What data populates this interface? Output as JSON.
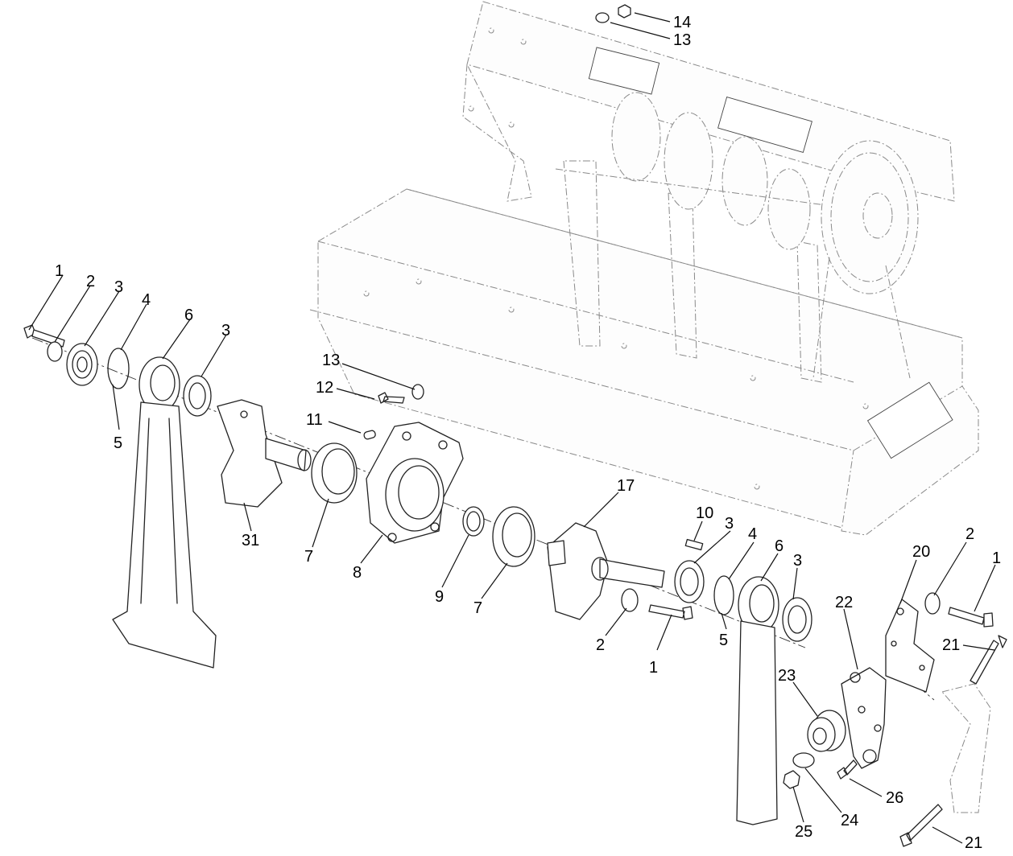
{
  "callouts": [
    {
      "id": "c-1a",
      "label": "1"
    },
    {
      "id": "c-2a",
      "label": "2"
    },
    {
      "id": "c-3a",
      "label": "3"
    },
    {
      "id": "c-4a",
      "label": "4"
    },
    {
      "id": "c-6a",
      "label": "6"
    },
    {
      "id": "c-3b",
      "label": "3"
    },
    {
      "id": "c-5a",
      "label": "5"
    },
    {
      "id": "c-13a",
      "label": "13"
    },
    {
      "id": "c-12",
      "label": "12"
    },
    {
      "id": "c-11",
      "label": "11"
    },
    {
      "id": "c-31",
      "label": "31"
    },
    {
      "id": "c-7a",
      "label": "7"
    },
    {
      "id": "c-8",
      "label": "8"
    },
    {
      "id": "c-9",
      "label": "9"
    },
    {
      "id": "c-7b",
      "label": "7"
    },
    {
      "id": "c-17",
      "label": "17"
    },
    {
      "id": "c-10",
      "label": "10"
    },
    {
      "id": "c-3c",
      "label": "3"
    },
    {
      "id": "c-4b",
      "label": "4"
    },
    {
      "id": "c-6b",
      "label": "6"
    },
    {
      "id": "c-3d",
      "label": "3"
    },
    {
      "id": "c-2b",
      "label": "2"
    },
    {
      "id": "c-1b",
      "label": "1"
    },
    {
      "id": "c-5b",
      "label": "5"
    },
    {
      "id": "c-20",
      "label": "20"
    },
    {
      "id": "c-2c",
      "label": "2"
    },
    {
      "id": "c-1c",
      "label": "1"
    },
    {
      "id": "c-22",
      "label": "22"
    },
    {
      "id": "c-21a",
      "label": "21"
    },
    {
      "id": "c-23",
      "label": "23"
    },
    {
      "id": "c-26",
      "label": "26"
    },
    {
      "id": "c-24",
      "label": "24"
    },
    {
      "id": "c-25",
      "label": "25"
    },
    {
      "id": "c-21b",
      "label": "21"
    },
    {
      "id": "c-14",
      "label": "14"
    },
    {
      "id": "c-13b",
      "label": "13"
    }
  ]
}
